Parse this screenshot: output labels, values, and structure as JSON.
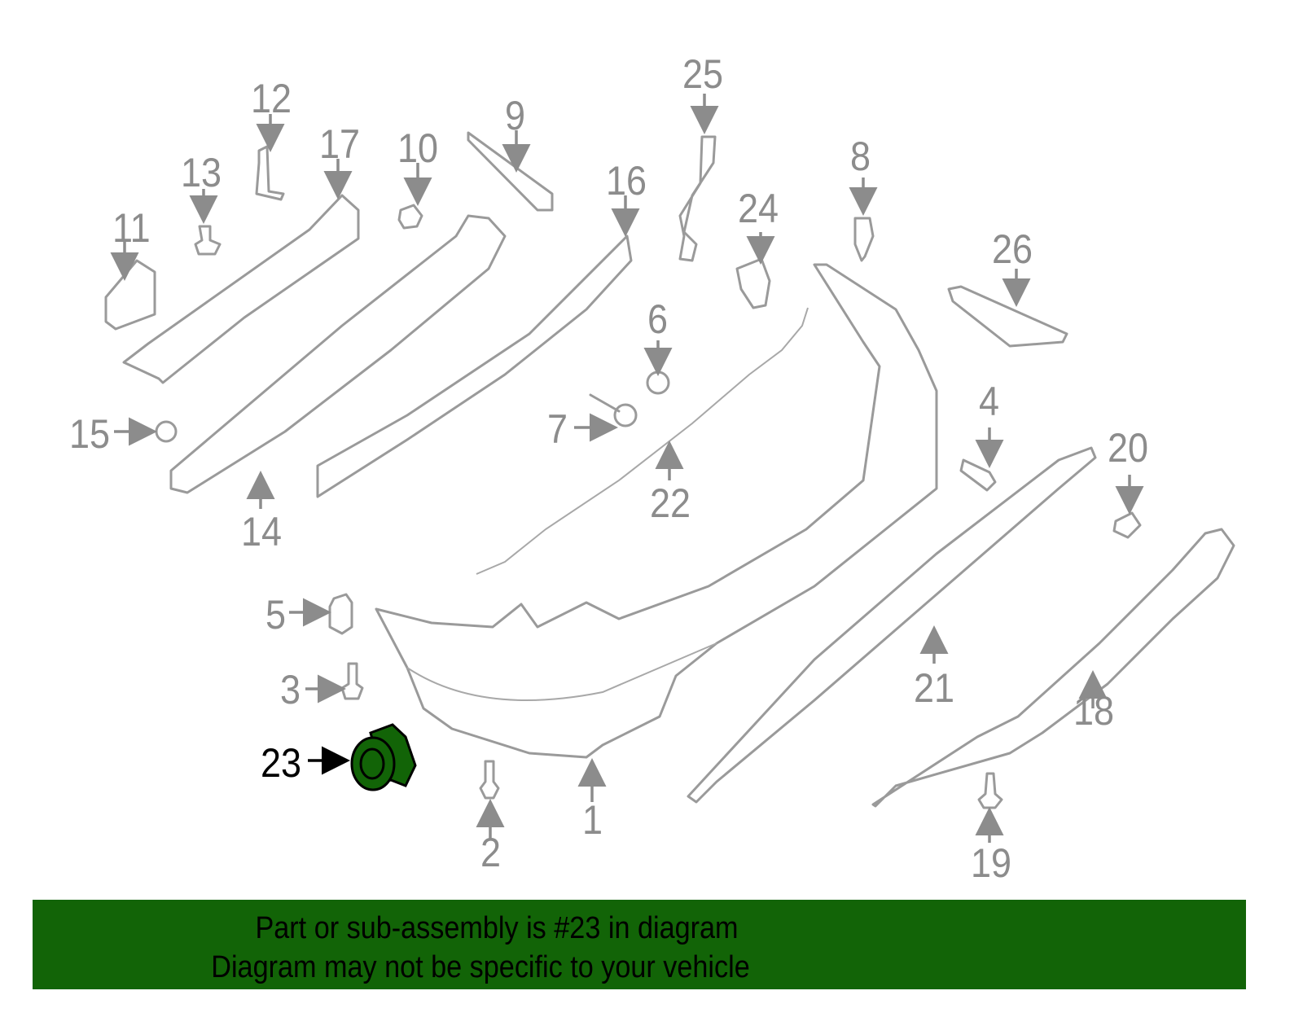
{
  "diagram": {
    "title": "Rear bumper assembly parts diagram",
    "highlighted_part": "23",
    "highlight_color": "#126407",
    "callouts": [
      {
        "id": "1",
        "label": "1"
      },
      {
        "id": "2",
        "label": "2"
      },
      {
        "id": "3",
        "label": "3"
      },
      {
        "id": "4",
        "label": "4"
      },
      {
        "id": "5",
        "label": "5"
      },
      {
        "id": "6",
        "label": "6"
      },
      {
        "id": "7",
        "label": "7"
      },
      {
        "id": "8",
        "label": "8"
      },
      {
        "id": "9",
        "label": "9"
      },
      {
        "id": "10",
        "label": "10"
      },
      {
        "id": "11",
        "label": "11"
      },
      {
        "id": "12",
        "label": "12"
      },
      {
        "id": "13",
        "label": "13"
      },
      {
        "id": "14",
        "label": "14"
      },
      {
        "id": "15",
        "label": "15"
      },
      {
        "id": "16",
        "label": "16"
      },
      {
        "id": "17",
        "label": "17"
      },
      {
        "id": "18",
        "label": "18"
      },
      {
        "id": "19",
        "label": "19"
      },
      {
        "id": "20",
        "label": "20"
      },
      {
        "id": "21",
        "label": "21"
      },
      {
        "id": "22",
        "label": "22"
      },
      {
        "id": "23",
        "label": "23"
      },
      {
        "id": "24",
        "label": "24"
      },
      {
        "id": "25",
        "label": "25"
      },
      {
        "id": "26",
        "label": "26"
      }
    ]
  },
  "banner": {
    "line1": "Part or sub-assembly is #23 in diagram",
    "line2": "Diagram may not be specific to your vehicle",
    "background": "#126407"
  }
}
